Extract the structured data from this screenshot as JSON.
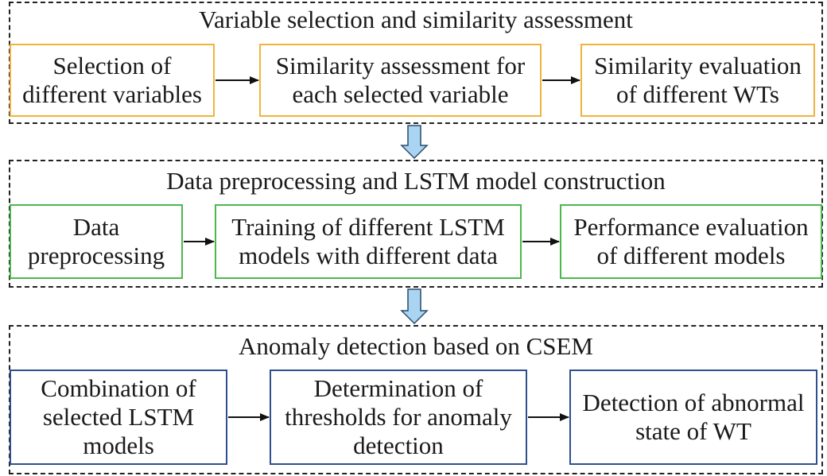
{
  "colors": {
    "stage1_border": "#f0b43c",
    "stage2_border": "#4bb84b",
    "stage3_border": "#2f4f8f",
    "down_arrow_fill": "#a9d5f3",
    "down_arrow_stroke": "#2a4a6a"
  },
  "stages": [
    {
      "title": "Variable selection and similarity assessment",
      "boxes": [
        "Selection of\ndifferent variables",
        "Similarity assessment for\neach selected variable",
        "Similarity evaluation\nof different WTs"
      ]
    },
    {
      "title": "Data preprocessing and LSTM model construction",
      "boxes": [
        "Data\npreprocessing",
        "Training of different LSTM\nmodels with different data",
        "Performance evaluation\nof different models"
      ]
    },
    {
      "title": "Anomaly detection based on CSEM",
      "boxes": [
        "Combination of\nselected LSTM\nmodels",
        "Determination of\nthresholds for anomaly\ndetection",
        "Detection of abnormal\nstate of WT"
      ]
    }
  ]
}
